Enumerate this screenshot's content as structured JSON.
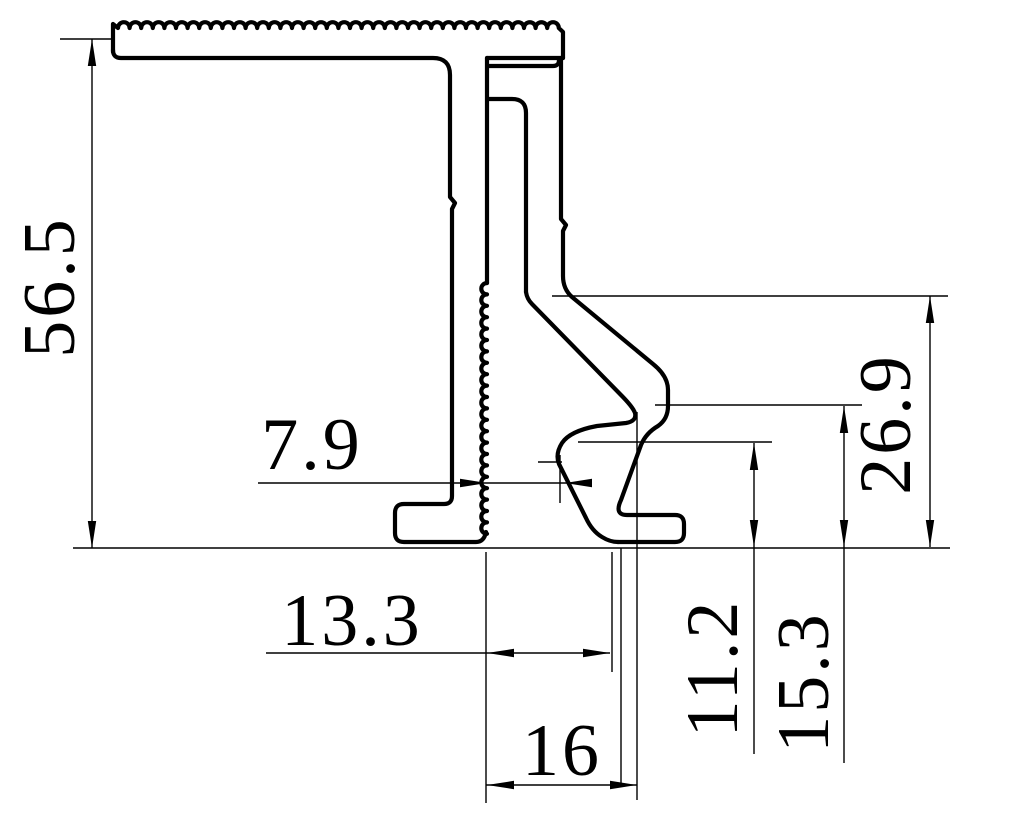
{
  "drawing": {
    "kind": "extrusion-profile-cross-section",
    "colors": {
      "line": "#000000",
      "background": "#ffffff"
    },
    "dim_labels": {
      "overall_height": "56.5",
      "slot_gap": "7.9",
      "bottom_width_1": "13.3",
      "bottom_width_2": "16",
      "hook_height_1": "11.2",
      "hook_height_2": "15.3",
      "hook_height_3": "26.9"
    }
  }
}
